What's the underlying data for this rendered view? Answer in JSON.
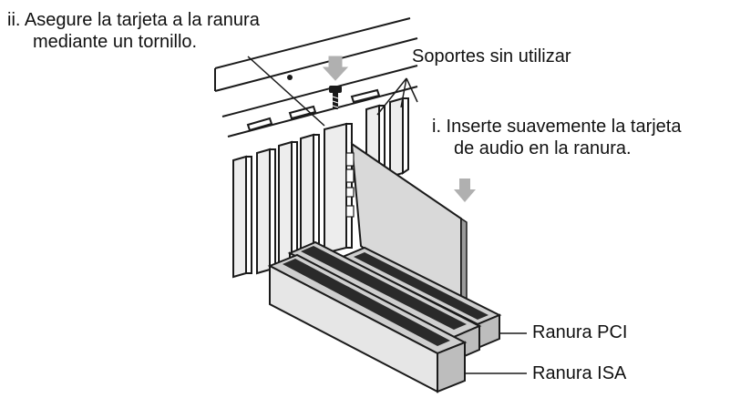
{
  "labels": {
    "secure_line1": "ii. Asegure la tarjeta a la ranura",
    "secure_line2": "mediante un tornillo.",
    "unused_brackets": "Soportes sin utilizar",
    "insert_line1": "i. Inserte suavemente la tarjeta",
    "insert_line2": "de audio en la ranura.",
    "pci_slot": "Ranura PCI",
    "isa_slot": "Ranura ISA"
  },
  "colors": {
    "line": "#1a1a1a",
    "card": "#d9d9d9",
    "card_dark": "#9a9a9a",
    "slot": "#2a2a2a",
    "slot_body": "#cfcfcf",
    "arrow": "#b0b0b0",
    "bracket": "#ededed"
  }
}
